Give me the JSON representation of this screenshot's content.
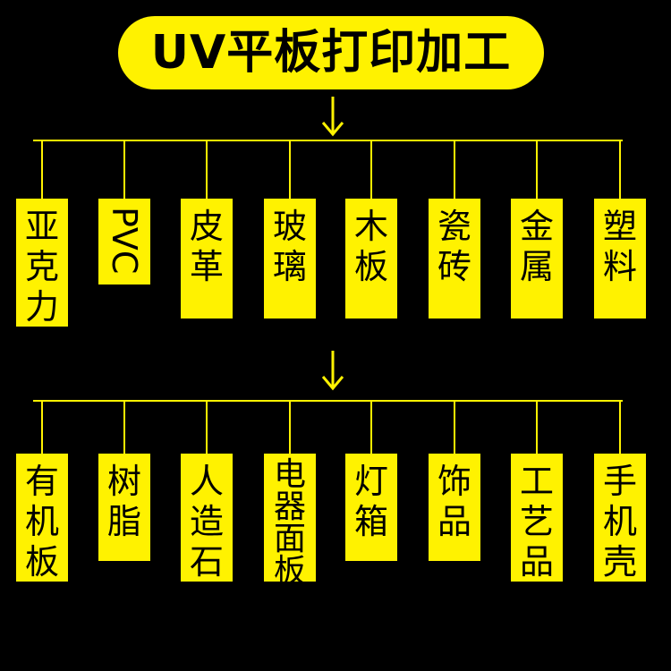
{
  "title": "UV平板打印加工",
  "colors": {
    "background": "#000000",
    "accent": "#FFF200",
    "text": "#000000"
  },
  "icons": {
    "flow_arrow": "down-arrow-icon"
  },
  "row1": [
    {
      "id": "acrylic",
      "label": "亚克力",
      "chars": [
        "亚",
        "克",
        "力"
      ]
    },
    {
      "id": "pvc",
      "label": "PVC",
      "chars": [
        "PVC"
      ]
    },
    {
      "id": "leather",
      "label": "皮革",
      "chars": [
        "皮",
        "革"
      ]
    },
    {
      "id": "glass",
      "label": "玻璃",
      "chars": [
        "玻",
        "璃"
      ]
    },
    {
      "id": "wood",
      "label": "木板",
      "chars": [
        "木",
        "板"
      ]
    },
    {
      "id": "ceramic",
      "label": "瓷砖",
      "chars": [
        "瓷",
        "砖"
      ]
    },
    {
      "id": "metal",
      "label": "金属",
      "chars": [
        "金",
        "属"
      ]
    },
    {
      "id": "plastic",
      "label": "塑料",
      "chars": [
        "塑",
        "料"
      ]
    }
  ],
  "row2": [
    {
      "id": "organic-board",
      "label": "有机板",
      "chars": [
        "有",
        "机",
        "板"
      ]
    },
    {
      "id": "resin",
      "label": "树脂",
      "chars": [
        "树",
        "脂"
      ]
    },
    {
      "id": "artificial-stone",
      "label": "人造石",
      "chars": [
        "人",
        "造",
        "石"
      ]
    },
    {
      "id": "appliance-panel",
      "label": "电器面板",
      "chars": [
        "电",
        "器",
        "面",
        "板"
      ]
    },
    {
      "id": "lightbox",
      "label": "灯箱",
      "chars": [
        "灯",
        "箱"
      ]
    },
    {
      "id": "jewelry",
      "label": "饰品",
      "chars": [
        "饰",
        "品"
      ]
    },
    {
      "id": "crafts",
      "label": "工艺品",
      "chars": [
        "工",
        "艺",
        "品"
      ]
    },
    {
      "id": "phone-case",
      "label": "手机壳",
      "chars": [
        "手",
        "机",
        "壳"
      ]
    }
  ]
}
